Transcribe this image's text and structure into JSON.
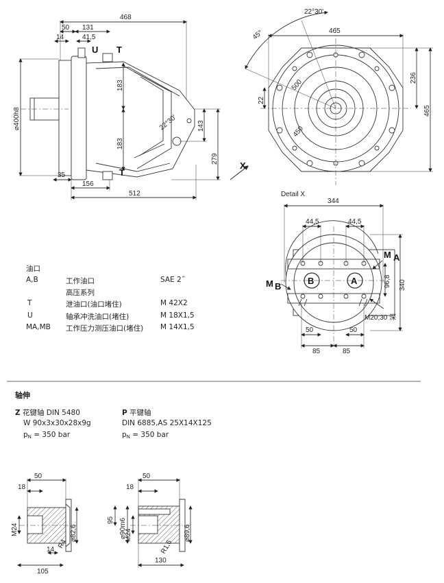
{
  "side_view": {
    "dims": [
      "468",
      "50",
      "131",
      "14",
      "41,5",
      "183",
      "183",
      "143",
      "279",
      "35",
      "156",
      "512",
      "⌀400h8",
      "22°30'"
    ],
    "labels": {
      "u": "U",
      "t_top": "T",
      "t_bottom": "T",
      "x_arrow": "X"
    }
  },
  "front_view": {
    "dims": [
      "465",
      "236",
      "465",
      "22",
      "45°",
      "500",
      "450",
      "22°30'"
    ]
  },
  "detail_x": {
    "title": "Detail X",
    "dims": [
      "344",
      "44,5",
      "44,5",
      "96,8",
      "340",
      "50",
      "50",
      "85",
      "85"
    ],
    "labels": {
      "ma": "M",
      "ma_sub": "A",
      "mb": "M",
      "mb_sub": "B",
      "a": "A",
      "b": "B"
    },
    "thread_note": "M20;30 深"
  },
  "ports_table": {
    "heading": "油口",
    "rows": [
      {
        "port": "A,B",
        "desc": "工作油口",
        "spec": "SAE 2˝"
      },
      {
        "port": "",
        "desc": "高压系列",
        "spec": ""
      },
      {
        "port": "T",
        "desc": "泄油口(油口堵住)",
        "spec": "M 42X2"
      },
      {
        "port": "U",
        "desc": "轴承冲洗油口(堵住)",
        "spec": "M 18X1,5"
      },
      {
        "port": "MA,MB",
        "desc": "工作压力测压油口(堵住)",
        "spec": "M 14X1,5"
      }
    ]
  },
  "shaft_section": {
    "heading": "轴伸",
    "z": {
      "code": "Z",
      "name": "花键轴 DIN 5480",
      "spec": "W 90x3x30x28x9g",
      "p_label": "p",
      "p_sub": "N",
      "p_value": "= 350 bar"
    },
    "p": {
      "code": "P",
      "name": "平键轴",
      "spec": "DIN 6885,AS 25X14X125",
      "p_label": "p",
      "p_sub": "N",
      "p_value": "= 350 bar"
    },
    "z_dims": [
      "50",
      "18",
      "M24",
      "⌀82,6",
      "R4",
      "14",
      "105"
    ],
    "p_dims": [
      "50",
      "18",
      "95",
      "⌀90m6",
      "M24",
      "⌀89,6",
      "R1,6",
      "130"
    ]
  }
}
